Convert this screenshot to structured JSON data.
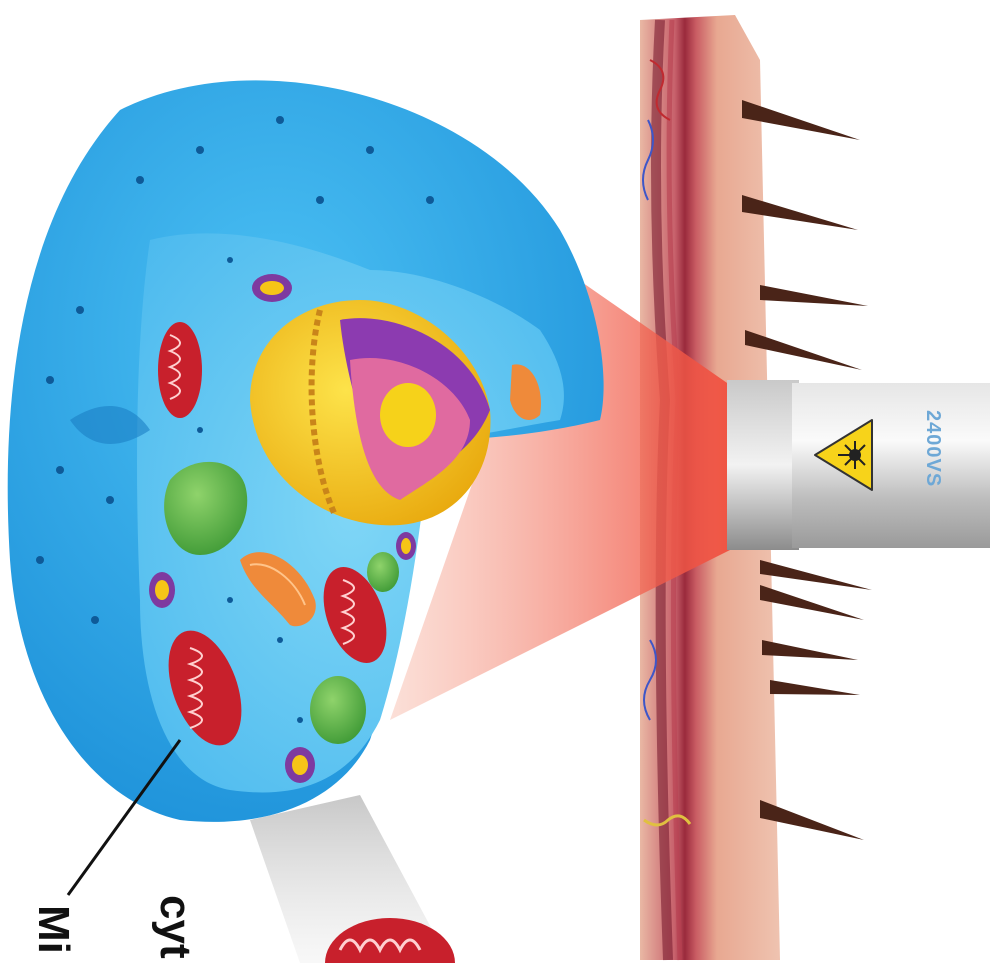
{
  "labels": {
    "mitochondria_partial": "Mi",
    "cytoplasm_partial": "cyt"
  },
  "device": {
    "model": "2400VS",
    "warning_icon": "laser-warning-icon"
  },
  "colors": {
    "cell_outer": "#2aa8ec",
    "cell_inner": "#55c4f2",
    "nucleus_yellow": "#f6c517",
    "nucleus_purple": "#8c3bb0",
    "nucleolus_pink": "#e06aa0",
    "mitochondria_red": "#c8202c",
    "vacuole_green": "#5bb84a",
    "golgi_orange": "#ef8a3a",
    "skin_pink": "#e8a891",
    "dermis_red": "#a83a4a",
    "laser_beam": "#f04a3a",
    "handpiece_silver": "#c8c8c8"
  }
}
